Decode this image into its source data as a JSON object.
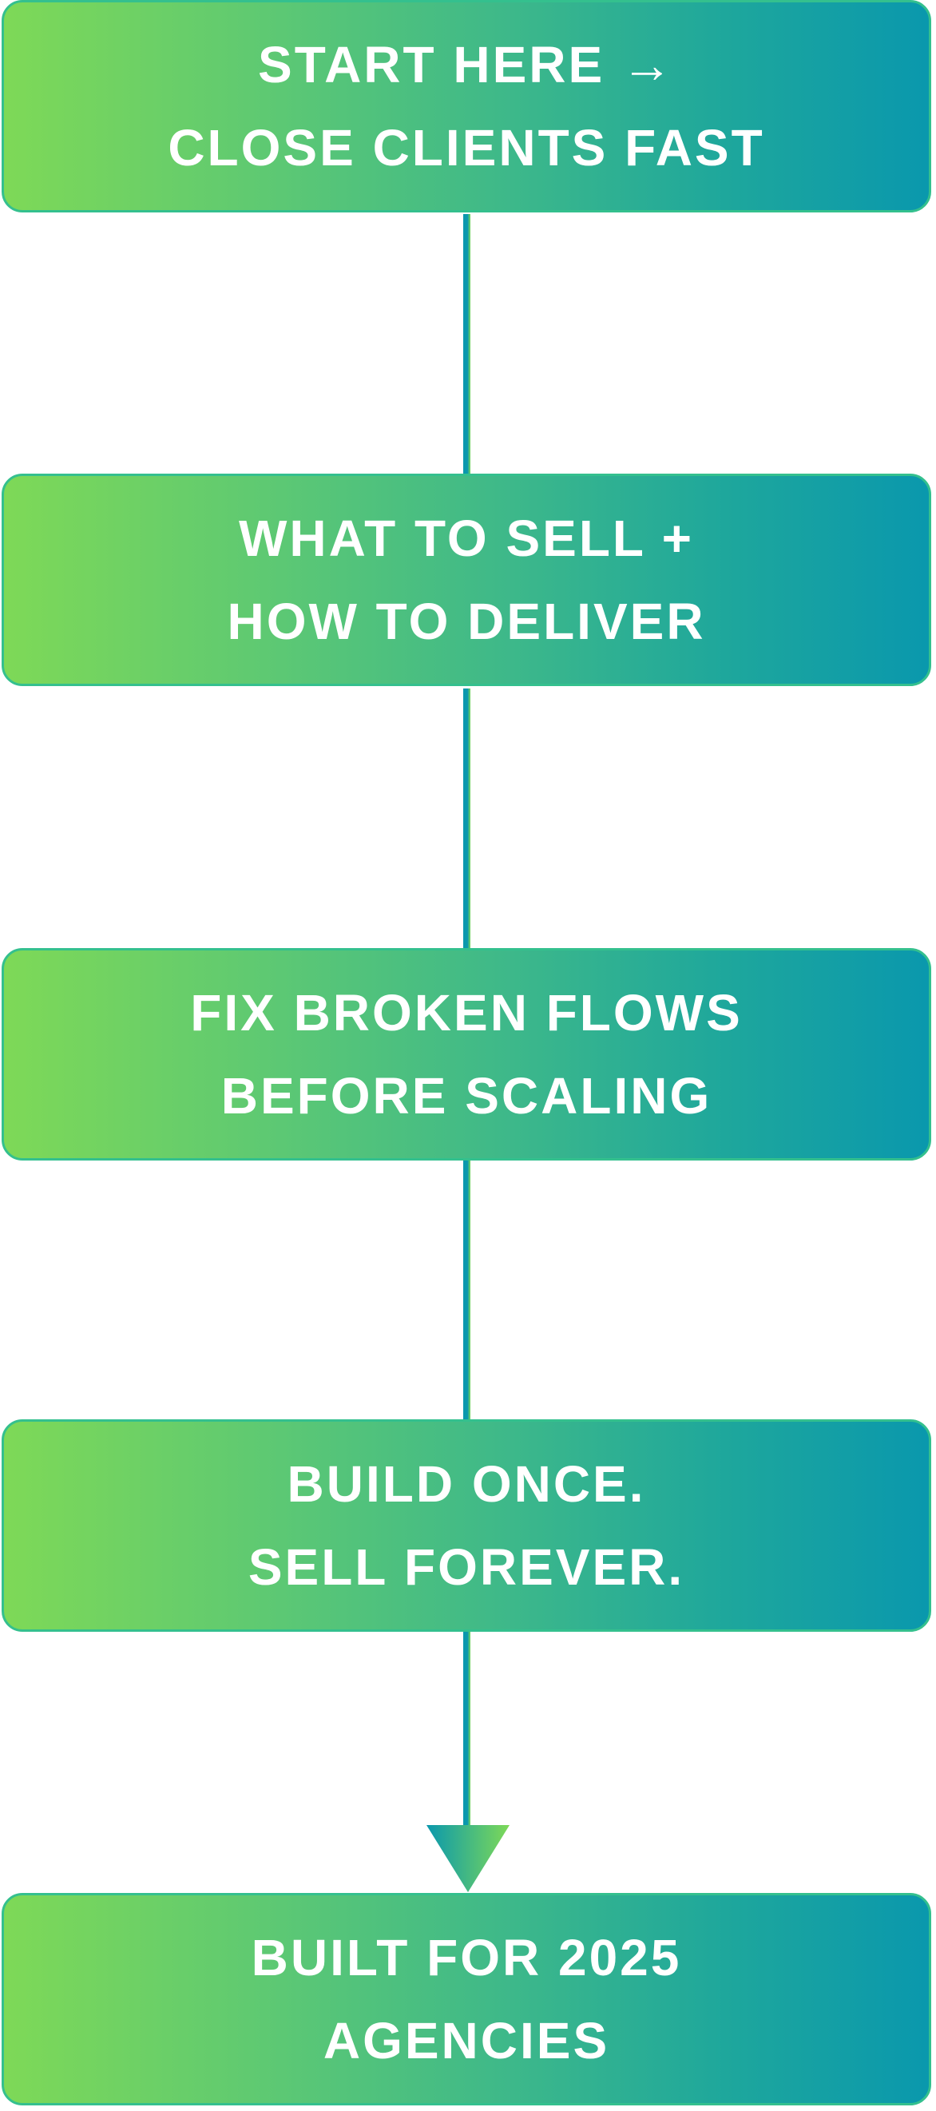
{
  "steps": [
    {
      "line1": "START HERE →",
      "line2": "CLOSE CLIENTS FAST"
    },
    {
      "line1": "WHAT TO SELL +",
      "line2": "HOW TO DELIVER"
    },
    {
      "line1": "FIX BROKEN FLOWS",
      "line2": "BEFORE SCALING"
    },
    {
      "line1": "BUILD ONCE.",
      "line2": "SELL FOREVER."
    },
    {
      "line1": "BUILT FOR 2025",
      "line2": "AGENCIES"
    }
  ],
  "colors": {
    "gradient_start": "#7ed957",
    "gradient_end": "#0a98ad"
  }
}
